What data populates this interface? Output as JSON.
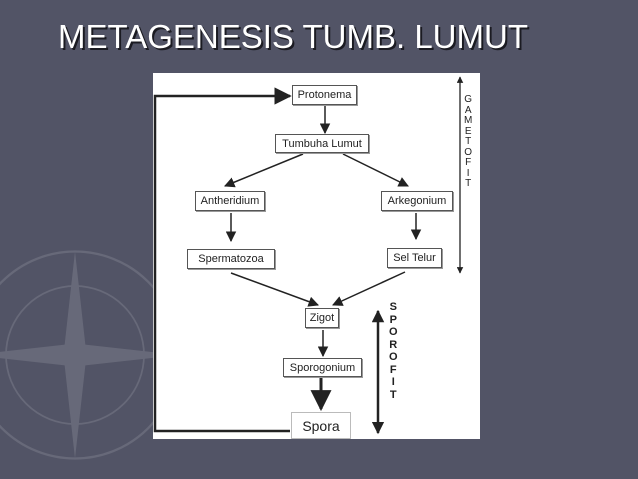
{
  "slide": {
    "title": "METAGENESIS TUMB. LUMUT"
  },
  "nodes": {
    "protonema": "Protonema",
    "tumbuha_lumut": "Tumbuha Lumut",
    "antheridium": "Antheridium",
    "arkegonium": "Arkegonium",
    "spermatozoa": "Spermatozoa",
    "sel_telur": "Sel Telur",
    "zigot": "Zigot",
    "sporogonium": "Sporogonium",
    "spora": "Spora"
  },
  "phases": {
    "gametofit": [
      "G",
      "A",
      "M",
      "E",
      "T",
      "O",
      "F",
      "I",
      "T"
    ],
    "sporofit": [
      "S",
      "P",
      "O",
      "R",
      "O",
      "F",
      "I",
      "T"
    ]
  },
  "colors": {
    "background": "#525466",
    "title": "#ffffff",
    "line": "#222222"
  }
}
